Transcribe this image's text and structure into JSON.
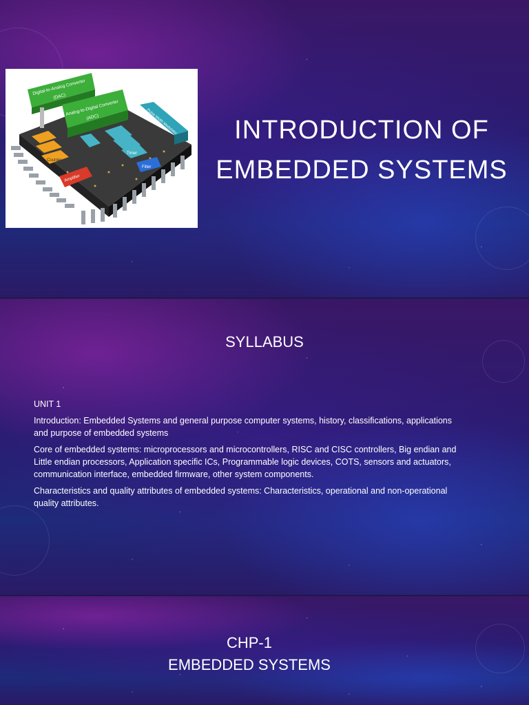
{
  "slide1": {
    "title_line1": "INTRODUCTION OF",
    "title_line2": "EMBEDDED SYSTEMS",
    "image": {
      "dac_label": "Digital-to-Analog Converter",
      "dac_abbr": "(DAC)",
      "adc_label": "Analog-to-Digital Converter",
      "adc_abbr": "(ADC)",
      "pwm_label": "Pulse Width Modulator",
      "pwm_abbr": "(PWM)",
      "counter_label": "Counter",
      "timer_label": "Timer",
      "filter_label": "Filter",
      "amplifier_label": "Amplifier"
    }
  },
  "slide2": {
    "heading": "SYLLABUS",
    "unit": "UNIT 1",
    "paragraphs": [
      "Introduction: Embedded Systems and general purpose computer systems, history, classifications, applications and purpose of embedded systems",
      "Core of embedded systems: microprocessors and microcontrollers, RISC and CISC controllers, Big endian and Little endian processors, Application specific ICs, Programmable logic devices, COTS, sensors and actuators, communication interface, embedded firmware, other system components.",
      "Characteristics and quality attributes of embedded systems: Characteristics, operational and non-operational quality attributes."
    ]
  },
  "slide3": {
    "line1": "CHP-1",
    "line2": "EMBEDDED SYSTEMS"
  }
}
